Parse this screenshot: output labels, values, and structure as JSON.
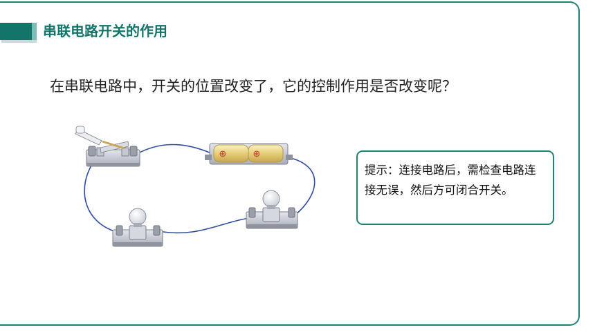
{
  "slide": {
    "heading": "串联电路开关的作用",
    "question": "在串联电路中，开关的位置改变了，它的控制作用是否改变呢？",
    "hint": "提示：连接电路后，需检查电路连接无误，然后方可闭合开关。"
  },
  "diagram": {
    "battery_symbols": [
      "⊕",
      "⊕"
    ]
  },
  "colors": {
    "accent": "#13756a",
    "accent_light": "#7dbdb3",
    "wire": "#2d4aa0",
    "battery": "#e7cf7e"
  }
}
